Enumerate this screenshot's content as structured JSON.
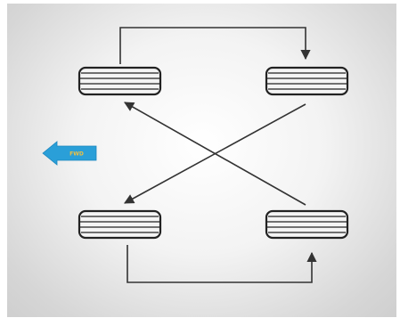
{
  "diagram": {
    "type": "tire-rotation-pattern",
    "pattern": "forward-cross",
    "direction_indicator": {
      "icon": "forward-arrow-icon",
      "label": "FWD",
      "color": "#2a9fd8",
      "label_color": "#f0c040"
    },
    "tires": [
      {
        "position": "front-left"
      },
      {
        "position": "front-right"
      },
      {
        "position": "rear-left"
      },
      {
        "position": "rear-right"
      }
    ],
    "moves": [
      {
        "from": "front-left",
        "to": "front-right",
        "style": "straight"
      },
      {
        "from": "front-right",
        "to": "rear-left",
        "style": "cross"
      },
      {
        "from": "rear-right",
        "to": "front-left",
        "style": "cross"
      },
      {
        "from": "rear-left",
        "to": "rear-right",
        "style": "straight"
      }
    ],
    "colors": {
      "background_center": "#ffffff",
      "background_edge": "#cfcfcf",
      "line": "#333333",
      "tire_fill": "#f4f4f4",
      "tire_stroke": "#222222"
    }
  }
}
